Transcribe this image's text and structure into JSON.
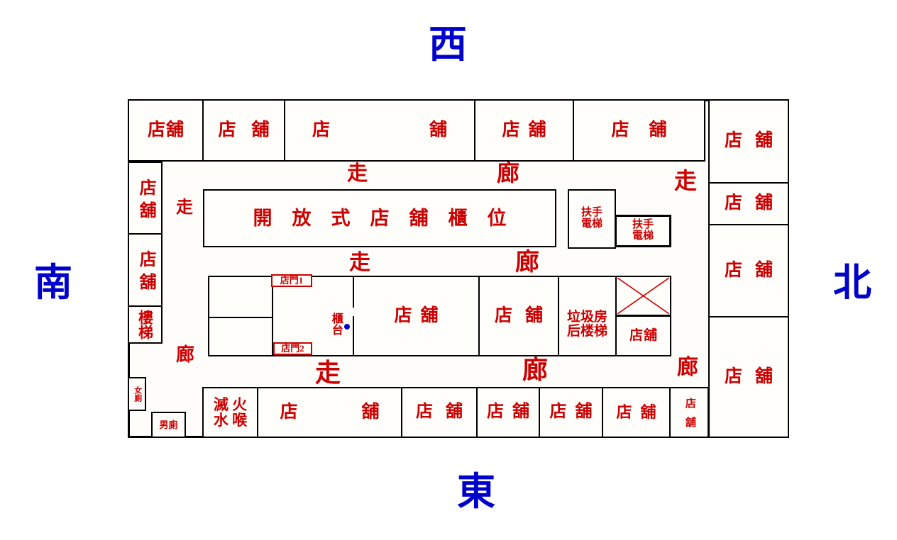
{
  "compass": {
    "west": "西",
    "east": "東",
    "south": "南",
    "north": "北"
  },
  "rooms": {
    "t1": "店舖",
    "t2": "店舖",
    "t3": "店舖",
    "t4": "店舖",
    "t5": "店舖",
    "r1": "店舖",
    "r2": "店舖",
    "r3": "店舖",
    "r4": "店舖",
    "l1": "店舖",
    "l2": "店舖",
    "ic": "店舖",
    "id": "店舖",
    "ifs": "店舖",
    "b2": "店舖",
    "b3": "店舖",
    "b4": "店舖",
    "b5": "店舖",
    "b6": "店舖",
    "b7": "店舖"
  },
  "stairs": "樓梯",
  "open_counter": "開放式店舖櫃位",
  "escalator1": {
    "line1": "扶手",
    "line2": "電梯"
  },
  "escalator2": {
    "line1": "扶手",
    "line2": "電梯"
  },
  "fire_hose": {
    "line1": "滅 火",
    "line2": "水 喉"
  },
  "garbage_room_stairs": {
    "line1": "垃圾房",
    "line2": "后楼梯"
  },
  "toilets": {
    "female": "女廁",
    "male": "男廁"
  },
  "shop_doors": {
    "door1": "店門1",
    "door2": "店門2"
  },
  "counter": "櫃台",
  "corridors": {
    "top_zou": "走",
    "top_lang": "廊",
    "middle_zou": "走",
    "middle_lang": "廊",
    "bottom_zou": "走",
    "bottom_lang": "廊",
    "left_zou": "走",
    "left_lang": "廊",
    "right_zou": "走",
    "right_lang": "廊"
  },
  "colors": {
    "label_red": "#CC0000",
    "compass_blue": "#0000CC",
    "wall_black": "#000000",
    "counter_dot_blue": "#0000CC"
  }
}
